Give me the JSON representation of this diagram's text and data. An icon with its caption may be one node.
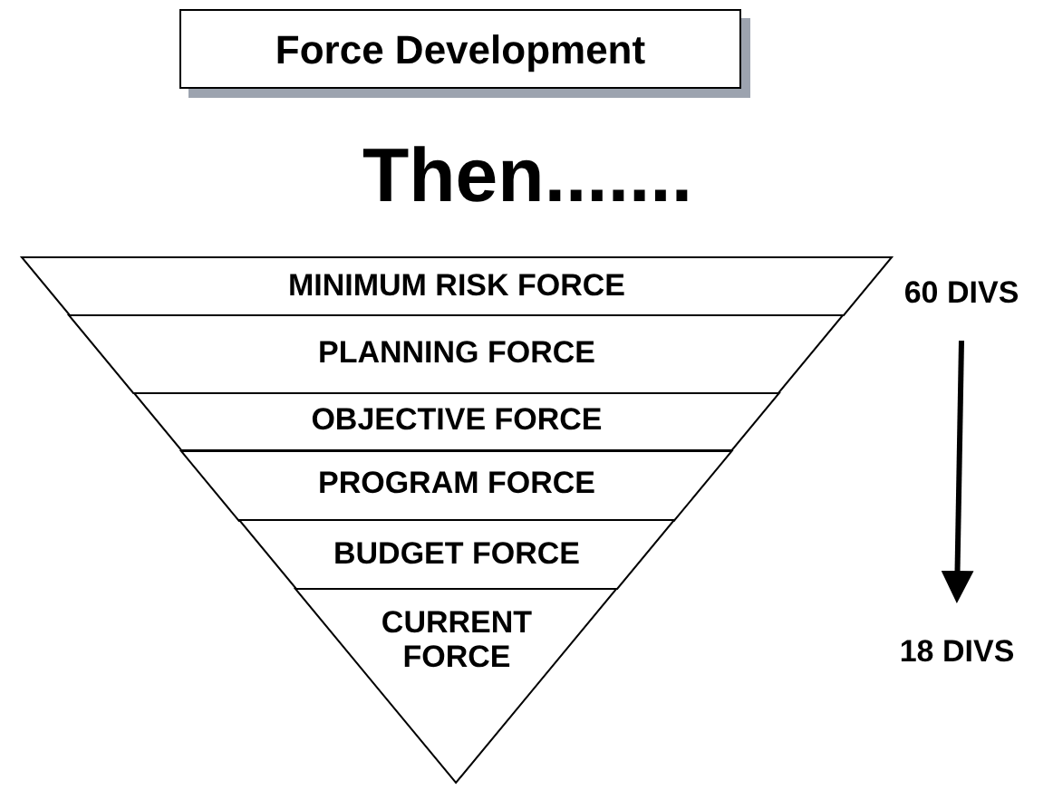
{
  "diagram": {
    "nodes": [
      {
        "text": [
          "Force Development"
        ]
      },
      {
        "text": [
          "MINIMUM RISK FORCE"
        ]
      },
      {
        "text": [
          "PLANNING FORCE"
        ]
      },
      {
        "text": [
          "OBJECTIVE FORCE"
        ]
      },
      {
        "text": [
          "PROGRAM FORCE"
        ]
      },
      {
        "text": [
          "BUDGET FORCE"
        ]
      },
      {
        "text": [
          "CURRENT FORCE"
        ]
      },
      {
        "text": [
          "60 DIVS"
        ]
      },
      {
        "text": [
          "18 DIVS"
        ]
      }
    ],
    "edges": [
      {
        "from": 7,
        "to": 8,
        "arrow": "to"
      }
    ],
    "labels": [
      "Then......."
    ]
  }
}
